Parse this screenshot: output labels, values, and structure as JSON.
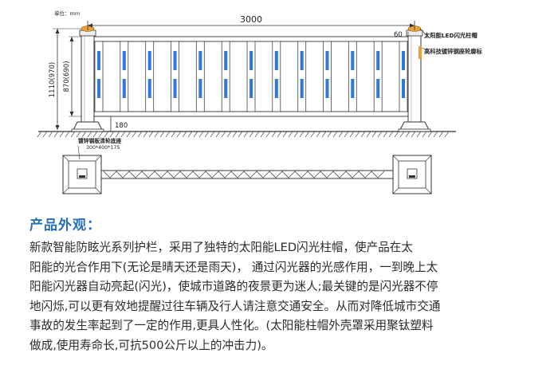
{
  "diagram": {
    "unit_label": "单位：mm",
    "dim_total_length": "3000",
    "dim_60": "60",
    "dim_height": "1110(970)",
    "dim_panel_height": "870(690)",
    "dim_180": "180",
    "callout_cap": "太阳能LED闪光柱帽",
    "callout_base_sign": "高科技镀锌钢座轮廓标",
    "callout_base": "镀锌钢板清轮底座",
    "base_dims": "300*400*175"
  },
  "section": {
    "title": "产品外观：",
    "lines": [
      "    新款智能防眩光系列护栏，采用了独特的太阳能LED闪光柱帽，使产品在太",
      "阳能的光合作用下(无论是晴天还是雨天)， 通过闪光器的光感作用，一到晚上太",
      "阳能闪光器自动亮起(闪光)，使城市道路的夜景更为迷人;最关键的是闪光器不停",
      "地闪烁,可以更有效地提醒过往车辆及行人请注意交通安全。从而对降低城市交通",
      "事故的发生率起到了一定的作用,更具人性化。(太阳能柱帽外壳罩采用聚钛塑料",
      "做成,使用寿命长,可抗500公斤以上的冲击力)。"
    ]
  },
  "colors": {
    "accent_blue": "#2e7bd6",
    "cap_orange": "#e8a23a",
    "title_blue": "#2a6fb5"
  }
}
